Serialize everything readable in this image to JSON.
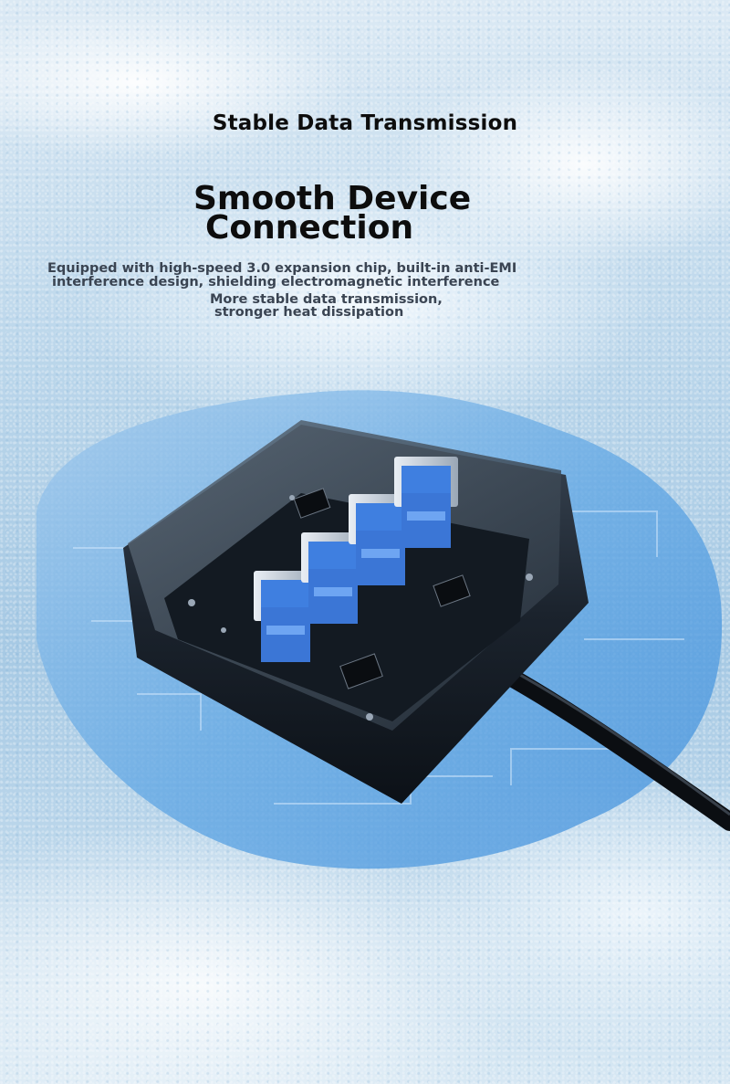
{
  "headline": {
    "top": "Stable Data Transmission",
    "main_line1": "Smooth Device",
    "main_line2": "Connection"
  },
  "description": {
    "line1": "Equipped with high-speed 3.0 expansion chip, built-in anti-EMI",
    "line2": "interference design, shielding electromagnetic interference",
    "line3": "More stable data transmission,",
    "line4": "stronger heat dissipation"
  },
  "colors": {
    "usb_blue": "#3f7fe0",
    "hub_body": "#1c2530",
    "background": "#b9d5ea"
  },
  "product": {
    "usb_port_count": 4,
    "icon": "usb-hub-illustration"
  }
}
